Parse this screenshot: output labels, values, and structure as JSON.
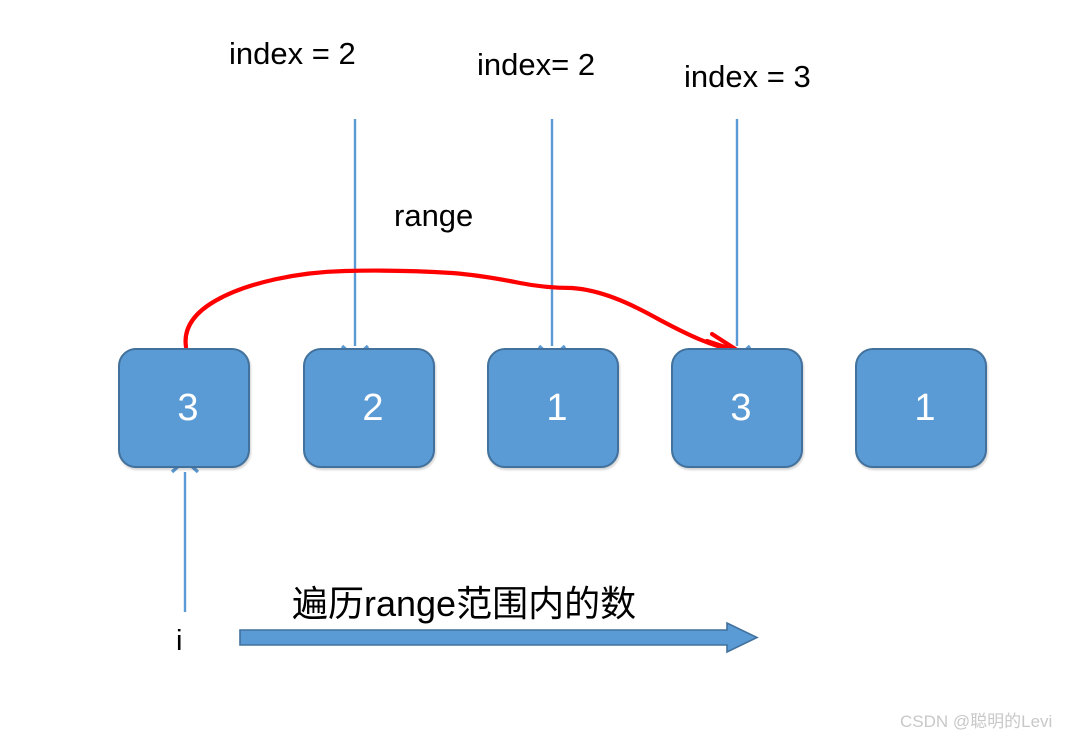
{
  "diagram": {
    "title_labels": [
      {
        "id": "index-1",
        "text": "index = 2"
      },
      {
        "id": "index-2",
        "text": "index= 2"
      },
      {
        "id": "index-3",
        "text": "index = 3"
      }
    ],
    "range_label": "range",
    "index_variable_label": "i",
    "traverse_caption": "遍历range范围内的数",
    "boxes": [
      {
        "value": "3"
      },
      {
        "value": "2"
      },
      {
        "value": "1"
      },
      {
        "value": "3"
      },
      {
        "value": "1"
      }
    ],
    "colors": {
      "box_fill": "#5B9BD5",
      "box_border": "#41719C",
      "box_text": "#FFFFFF",
      "arrow_blue": "#5B9BD5",
      "arrow_blue_dark": "#41719C",
      "range_curve_red": "#FF0000",
      "label_text": "#000000",
      "background": "#FFFFFF",
      "watermark": "#C8C8C8"
    }
  },
  "watermark": {
    "text": "CSDN @聪明的Levi"
  }
}
